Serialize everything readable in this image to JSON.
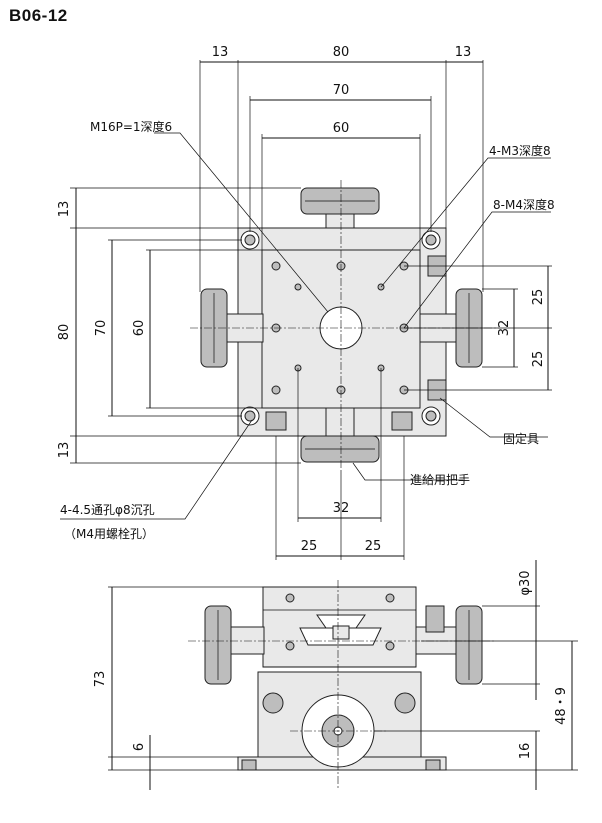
{
  "title": "B06-12",
  "dims": {
    "top_13_left": "13",
    "top_80": "80",
    "top_13_right": "13",
    "top_70": "70",
    "top_60": "60",
    "left_13_top": "13",
    "left_80": "80",
    "left_70": "70",
    "left_60": "60",
    "left_13_bottom": "13",
    "right_25_top": "25",
    "right_32": "32",
    "right_25_bottom": "25",
    "bottom_32": "32",
    "bottom_25_left": "25",
    "bottom_25_right": "25",
    "side_73": "73",
    "side_6": "6",
    "side_phi30": "φ30",
    "side_48_9": "48・9",
    "side_16": "16"
  },
  "labels": {
    "m16": "M16P=1深度6",
    "m3": "4-M3深度8",
    "m4": "8-M4深度8",
    "fixing": "固定具",
    "feed_handle": "進給用把手",
    "holes_line1": "4-4.5通孔φ8沉孔",
    "holes_line2": "（M4用螺栓孔）"
  }
}
